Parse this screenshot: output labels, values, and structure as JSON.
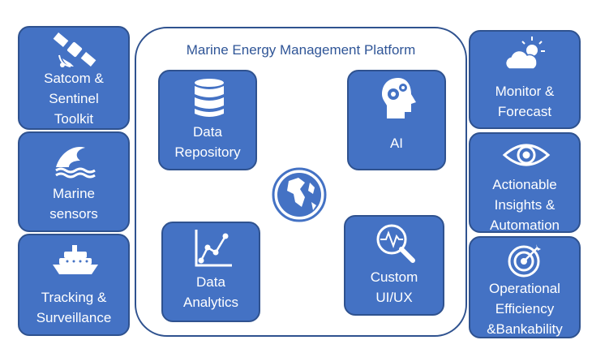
{
  "platform": {
    "title": "Marine Energy Management Platform"
  },
  "left": {
    "satcom": [
      "Satcom &",
      "Sentinel",
      "Toolkit"
    ],
    "marine": [
      "Marine",
      "sensors"
    ],
    "tracking": [
      "Tracking &",
      "Surveillance"
    ]
  },
  "center": {
    "repository": [
      "Data",
      "Repository"
    ],
    "ai": [
      "AI"
    ],
    "analytics": [
      "Data",
      "Analytics"
    ],
    "custom": [
      "Custom",
      "UI/UX"
    ]
  },
  "right": {
    "monitor": [
      "Monitor &",
      "Forecast"
    ],
    "insights": [
      "Actionable",
      "Insights &",
      "Automation"
    ],
    "efficiency": [
      "Operational",
      "Efficiency",
      "&Bankability"
    ]
  },
  "colors": {
    "tile": "#4472c4",
    "border": "#2f528f",
    "title": "#2f5597"
  },
  "icons": [
    "satellite-icon",
    "wave-icon",
    "ship-icon",
    "database-icon",
    "ai-brain-icon",
    "globe-icon",
    "line-chart-icon",
    "magnifier-pulse-icon",
    "weather-icon",
    "eye-icon",
    "target-icon"
  ]
}
